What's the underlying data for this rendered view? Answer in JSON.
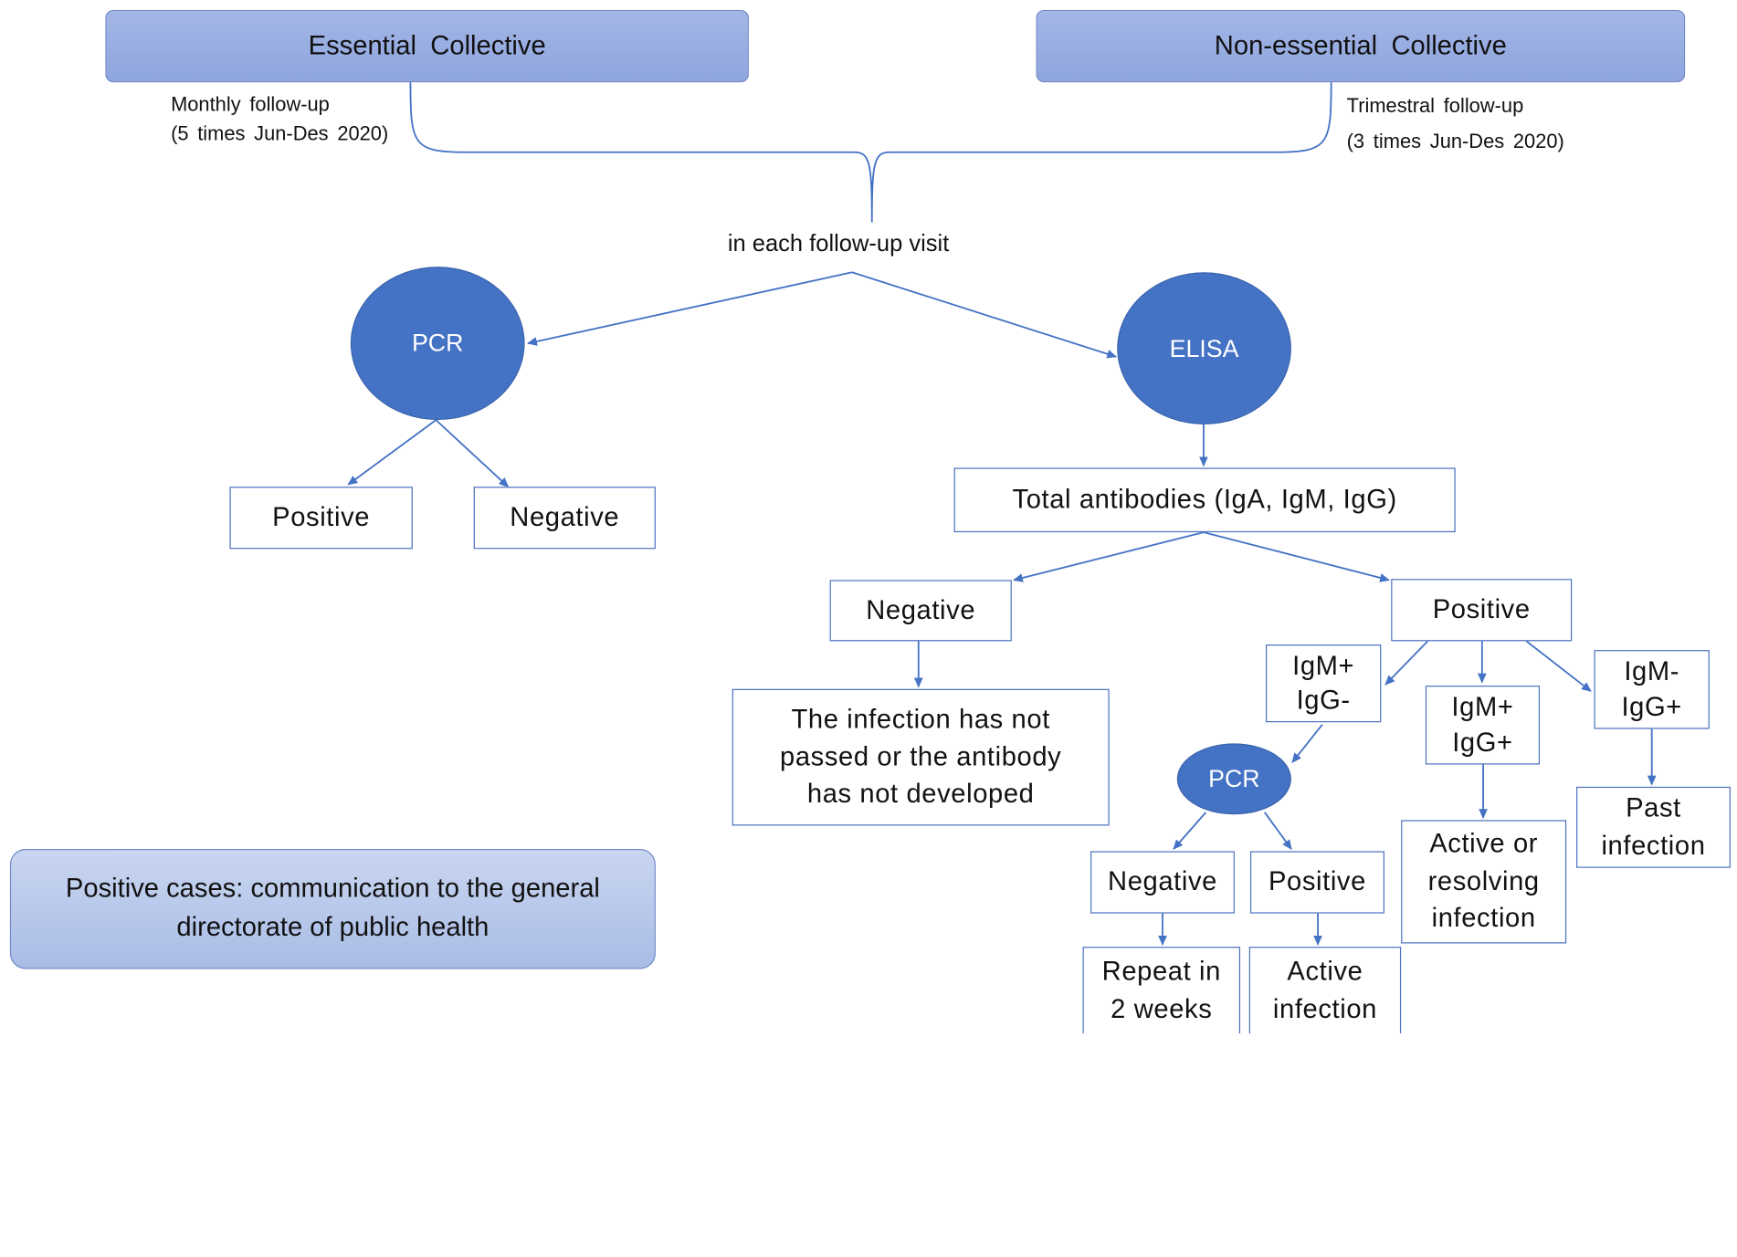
{
  "headers": {
    "essential": "Essential Collective",
    "non_essential": "Non-essential Collective"
  },
  "followups": {
    "essential_line1": "Monthly follow-up",
    "essential_line2": "(5 times Jun-Des 2020)",
    "non_essential_line1": "Trimestral follow-up",
    "non_essential_line2": "(3 times Jun-Des 2020)",
    "each_visit": "in each follow-up visit"
  },
  "tests": {
    "pcr": "PCR",
    "elisa": "ELISA",
    "pcr2": "PCR"
  },
  "pcr_results": {
    "positive": "Positive",
    "negative": "Negative"
  },
  "antibodies": {
    "total": "Total antibodies (IgA, IgM, IgG)",
    "negative": "Negative",
    "positive": "Positive",
    "negative_meaning": "The infection has not passed or the antibody has not developed"
  },
  "profiles": {
    "igm_pos_igg_neg_1": "IgM+",
    "igm_pos_igg_neg_2": "IgG-",
    "igm_pos_igg_pos_1": "IgM+",
    "igm_pos_igg_pos_2": "IgG+",
    "igm_neg_igg_pos_1": "IgM-",
    "igm_neg_igg_pos_2": "IgG+"
  },
  "outcomes": {
    "pcr2_negative": "Negative",
    "pcr2_positive": "Positive",
    "repeat": "Repeat in 2 weeks",
    "active": "Active infection",
    "active_or_resolving": "Active or resolving infection",
    "past": "Past infection"
  },
  "note": "Positive cases: communication to the general directorate of public health"
}
